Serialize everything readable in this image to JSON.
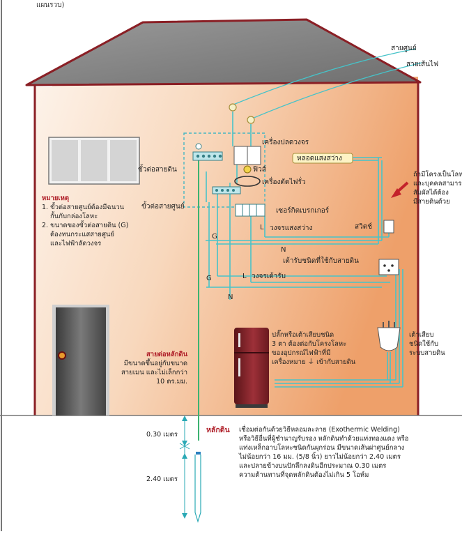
{
  "top_crop": "แผนรวบ)",
  "labels": {
    "neutral_line": "สายศูนย์",
    "live_line": "สายเส้นไฟ",
    "main_breaker": "เครื่องปลดวงจร",
    "lamp": "หลอดแสงสว่าง",
    "fuse": "ฟิวส์",
    "rcd": "เครื่องตัดไฟรั่ว",
    "ground_terminal": "ขั้วต่อสายดิน",
    "neutral_terminal": "ขั้วต่อสายศูนย์",
    "circuit_breaker": "เซอร์กิตเบรกเกอร์",
    "lighting_circuit": "วงจรแสงสว่าง",
    "switch": "สวิตช์",
    "outlet_grounded": "เต้ารับชนิดที่ใช้กับสายดิน",
    "outlet_circuit": "วงจรเต้ารับ",
    "wire_L": "L",
    "wire_N": "N",
    "wire_G": "G",
    "metal_frame_note": [
      "ถ้ามีโครงเป็นโลหะ",
      "และบุคคลสามารถ",
      "สัมผัสได้ต้อง",
      "มีสายดินด้วย"
    ],
    "plug_note": [
      "ปลั๊กหรือเต้าเสียบชนิด",
      "3 ตา ต้องต่อกับโครงโลหะ",
      "ของอุปกรณ์ไฟฟ้าที่มี",
      "เครื่องหมาย",
      "เข้ากับสายดิน"
    ],
    "plug_type": [
      "เต้าเสียบ",
      "ชนิดใช้กับ",
      "ระบบสายดิน"
    ],
    "depth_top": "0.30 เมตร",
    "depth_rod": "2.40 เมตร"
  },
  "note": {
    "title": "หมายเหตุ",
    "items": [
      "1. ขั้วต่อสายศูนย์ต้องมีฉนวน",
      "กั้นกับกล่องโลหะ",
      "2. ขนาดของขั้วต่อสายดิน (G)",
      "ต้องทนกระแสสายศูนย์",
      "และไฟฟ้าลัดวงจร"
    ]
  },
  "earth_wire": {
    "title": "สายต่อหลักดิน",
    "lines": [
      "มีขนาดขึ้นอยู่กับขนาด",
      "สายเมน และไม่เล็กกว่า",
      "10 ตร.มม."
    ]
  },
  "rod": {
    "title": "หลักดิน",
    "lines": [
      "เชื่อมต่อกันด้วยวิธีหลอมละลาย (Exothermic Welding)",
      "หรือวิธีอื่นที่ผู้ชำนาญรับรอง หลักดินทำด้วยแท่งทองแดง หรือ",
      "แท่งเหล็กอาบโลหะชนิดกันผุกร่อน มีขนาดเส้นผ่าศูนย์กลาง",
      "ไม่น้อยกว่า 16 มม. (5/8 นิ้ว) ยาวไม่น้อยกว่า 2.40 เมตร",
      "และปลายข้างบนปักลึกลงดินอีกประมาณ 0.30 เมตร",
      "ความต้านทานที่จุดหลักดินต้องไม่เกิน 5 โอห์ม"
    ]
  },
  "colors": {
    "wall_light": "#fbeee2",
    "wall_dark": "#f0a06a",
    "roof": "#7f7f7f",
    "outline": "#8a1f25",
    "wire": "#46c3c9",
    "ground_wire": "#3cb371",
    "text_red": "#b0202a"
  }
}
